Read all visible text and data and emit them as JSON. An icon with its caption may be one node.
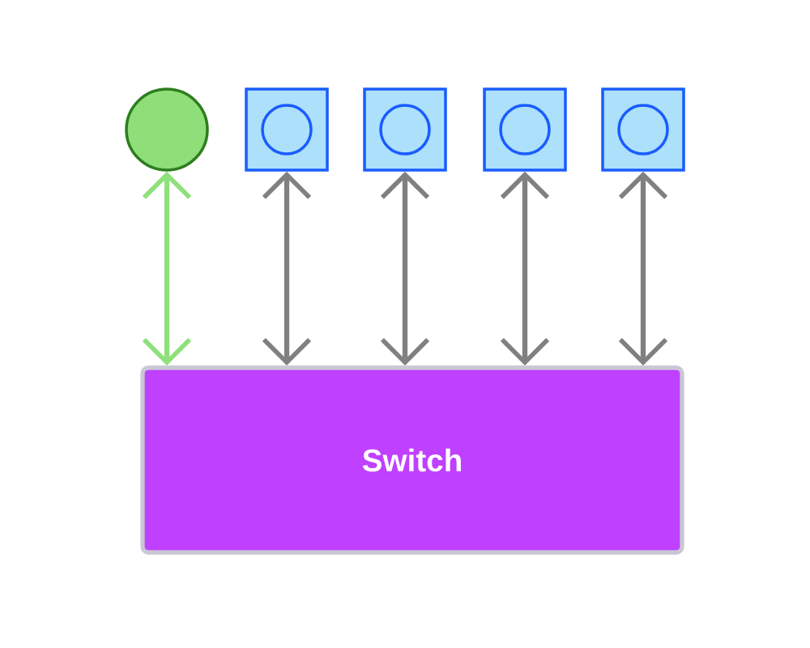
{
  "diagram": {
    "nodes": [
      {
        "text": [],
        "shape": "circle"
      },
      {
        "text": [],
        "shape": "box"
      },
      {
        "text": [],
        "shape": "box"
      },
      {
        "text": [],
        "shape": "box"
      },
      {
        "text": [],
        "shape": "box"
      },
      {
        "text": [
          "Switch"
        ]
      }
    ],
    "edges": [
      {
        "from": 0,
        "to": 5,
        "arrow": "both",
        "color": "#8ee07a"
      },
      {
        "from": 1,
        "to": 5,
        "arrow": "both"
      },
      {
        "from": 2,
        "to": 5,
        "arrow": "both"
      },
      {
        "from": 3,
        "to": 5,
        "arrow": "both"
      },
      {
        "from": 4,
        "to": 5,
        "arrow": "both"
      }
    ]
  }
}
